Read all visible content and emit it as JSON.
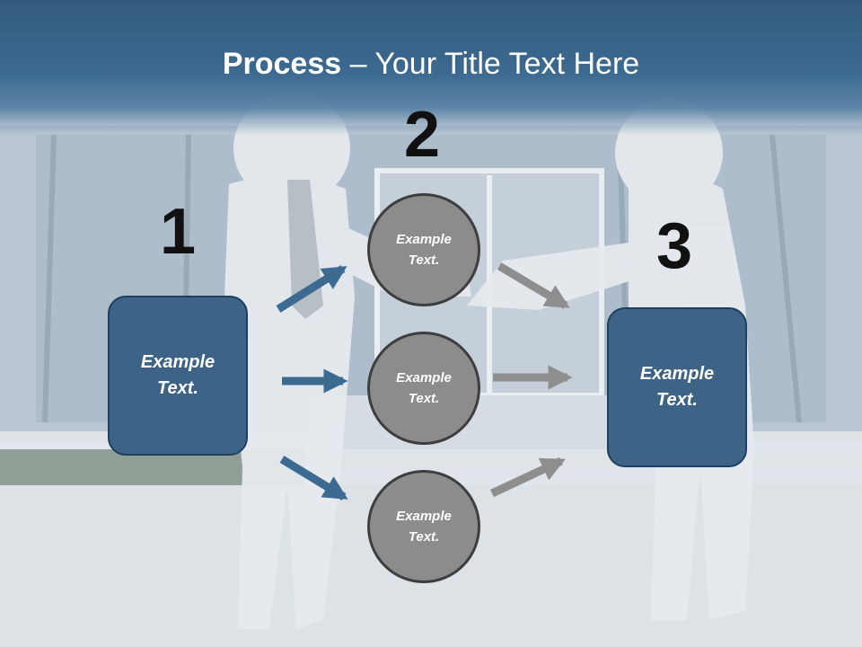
{
  "title": {
    "bold": "Process",
    "rest": " – Your Title Text Here"
  },
  "steps": [
    {
      "number": "1",
      "label": "Example Text."
    },
    {
      "number": "2",
      "labels": [
        "Example Text.",
        "Example Text.",
        "Example Text."
      ]
    },
    {
      "number": "3",
      "label": "Example Text."
    }
  ],
  "colors": {
    "box_fill": "#3d6386",
    "circle_fill": "#8c8c8c",
    "arrow_blue": "#3c6a91",
    "arrow_gray": "#8e8e8e",
    "title_band": "#3d6a91"
  }
}
